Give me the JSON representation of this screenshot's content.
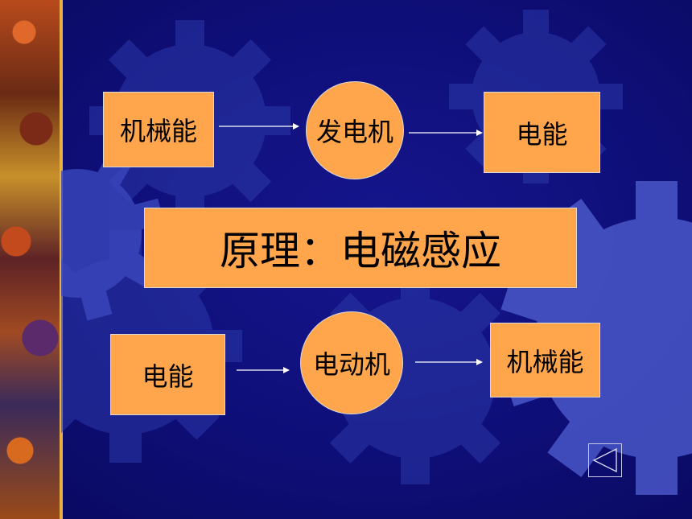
{
  "gen_row": {
    "source": "机械能",
    "machine": "发电机",
    "target": "电能"
  },
  "principle": "原理：电磁感应",
  "motor_row": {
    "source": "电能",
    "machine": "电动机",
    "target": "机械能"
  },
  "nav": {
    "icon": "back-triangle-icon"
  },
  "colors": {
    "background": "#0e0e78",
    "box_fill": "#ffa64d",
    "gear": "#3040b8",
    "arrow": "#ffffff"
  }
}
